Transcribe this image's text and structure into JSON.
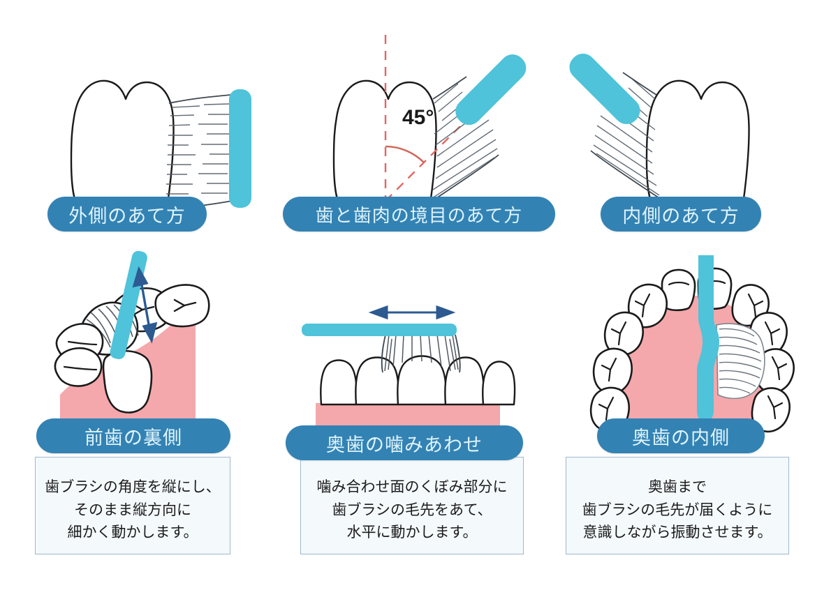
{
  "theme": {
    "background": "#ffffff",
    "pill_bg": "#3382b4",
    "pill_text": "#dff4fb",
    "brush_cyan": "#4ec3da",
    "gum_pink": "#f4a8ac",
    "tooth_white": "#ffffff",
    "outline": "#1a1a1a",
    "bristle": "#555f66",
    "arrow_navy": "#2c5a91",
    "angle_red": "#e2675f",
    "card_bg": "#f4f9fc",
    "card_border": "#9fb8cd"
  },
  "panels": [
    {
      "id": "outer-surface",
      "label": "外側のあて方",
      "description": null,
      "icon": "tooth-with-brush-horizontal",
      "annotation": null
    },
    {
      "id": "gum-line",
      "label": "歯と歯肉の境目のあて方",
      "description": null,
      "icon": "tooth-with-brush-angled",
      "annotation": "45°"
    },
    {
      "id": "inner-surface",
      "label": "内側のあて方",
      "description": null,
      "icon": "tooth-with-brush-angled-left",
      "annotation": null
    },
    {
      "id": "front-teeth-back",
      "label": "前歯の裏側",
      "description": "歯ブラシの角度を縦にし、\nそのまま縦方向に\n細かく動かします。",
      "icon": "front-teeth-vertical-brush",
      "annotation": "vertical-double-arrow"
    },
    {
      "id": "molar-occlusal",
      "label": "奥歯の噛みあわせ",
      "description": "噛み合わせ面のくぼみ部分に\n歯ブラシの毛先をあて、\n水平に動かします。",
      "icon": "molars-with-flat-brush",
      "annotation": "horizontal-double-arrow"
    },
    {
      "id": "molar-inner",
      "label": "奥歯の内側",
      "description": "奥歯まで\n歯ブラシの毛先が届くように\n意識しながら振動させます。",
      "icon": "upper-arch-with-brush",
      "annotation": null
    }
  ]
}
